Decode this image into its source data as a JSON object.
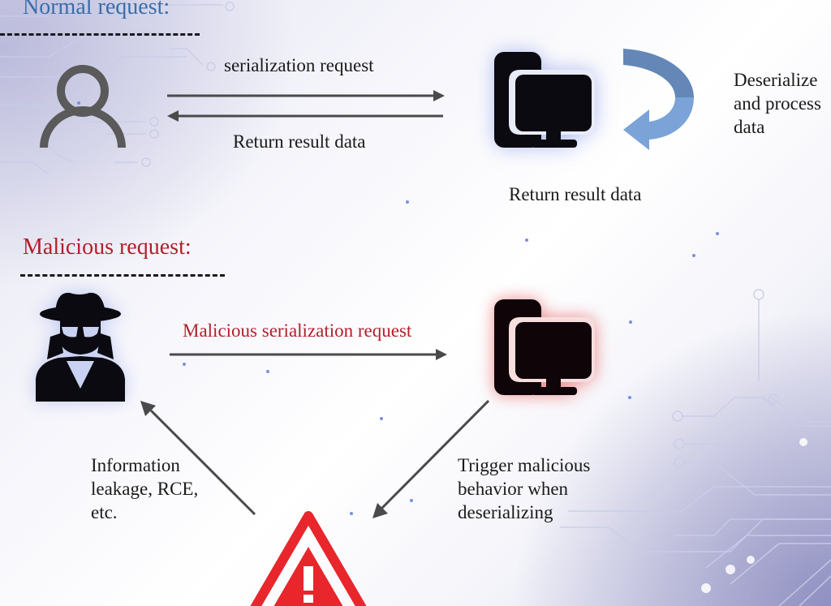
{
  "normal": {
    "title": "Normal request:",
    "request_label": "serialization request",
    "response_label": "Return result data",
    "server_caption": "Return result data",
    "process_label_lines": [
      "Deserialize",
      "and process",
      "data"
    ],
    "user_icon": "user-outline-icon",
    "server_icon": "computer-devices-icon",
    "cycle_icon": "circular-arrow-icon"
  },
  "malicious": {
    "title": "Malicious request:",
    "request_label": "Malicious serialization request",
    "trigger_label_lines": [
      "Trigger malicious",
      "behavior when",
      "deserializing"
    ],
    "impact_label_lines": [
      "Information",
      "leakage, RCE,",
      "etc."
    ],
    "attacker_icon": "hacker-spy-icon",
    "server_icon": "computer-devices-icon",
    "warning_icon": "warning-triangle-icon"
  },
  "colors": {
    "normal_title": "#3a6ea8",
    "malicious": "#b21e2a",
    "warning": "#e8262c",
    "arrow": "#4a4a4a",
    "cycle_arrow": "#6b93c8"
  }
}
